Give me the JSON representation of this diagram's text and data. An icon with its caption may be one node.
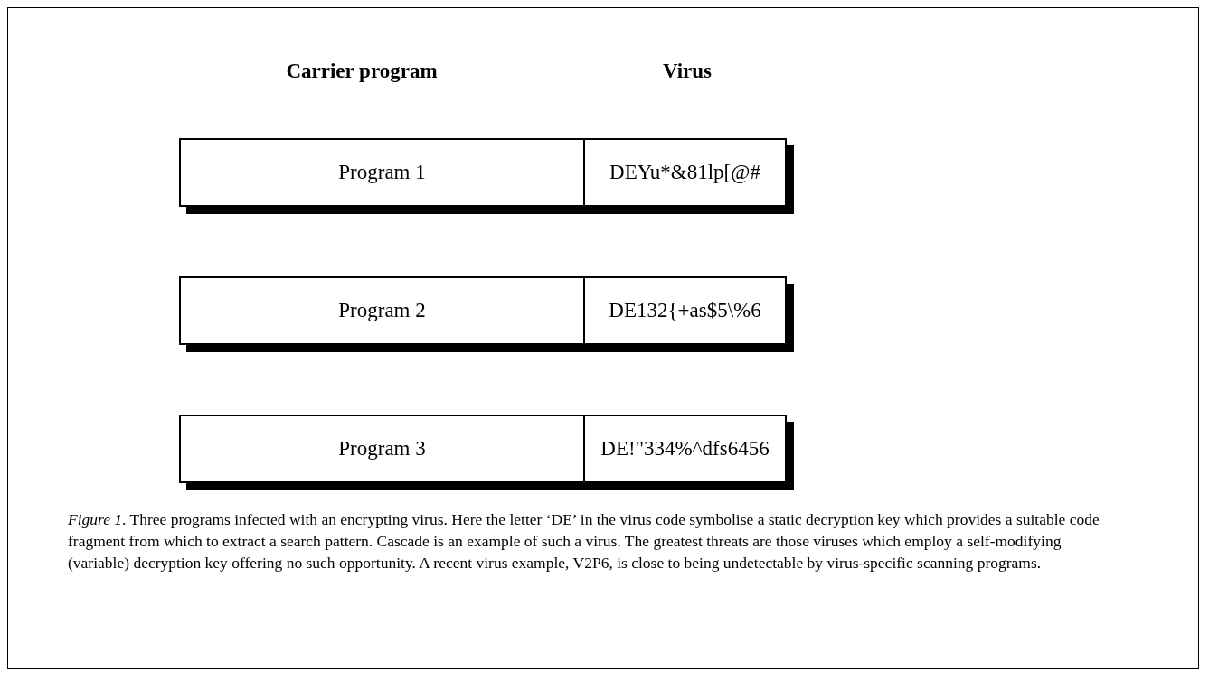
{
  "diagram": {
    "caption": "*Figure 1*. Three programs infected with an encrypting virus. Here the letter ‘DE’ in the virus code symbolise a static decryption key which provides a suitable code fragment from which to extract a search pattern. Cascade is an example of such a virus. The greatest threats are those viruses which employ a self-modifying (variable) decryption key offering no such opportunity. A recent virus example, V2P6, is close to being undetectable by virus-specific scanning programs.",
    "nodes": [
      {
        "text": [
          "Program 1"
        ]
      },
      {
        "text": [
          "DEYu*&81lp[@#"
        ]
      },
      {
        "text": [
          "Program 2"
        ]
      },
      {
        "text": [
          "DE132{+as$5\\%6"
        ]
      },
      {
        "text": [
          "Program 3"
        ]
      },
      {
        "text": [
          "DE!\"334%^dfs6456"
        ]
      }
    ],
    "labels": [
      "Carrier program",
      "Virus"
    ]
  }
}
